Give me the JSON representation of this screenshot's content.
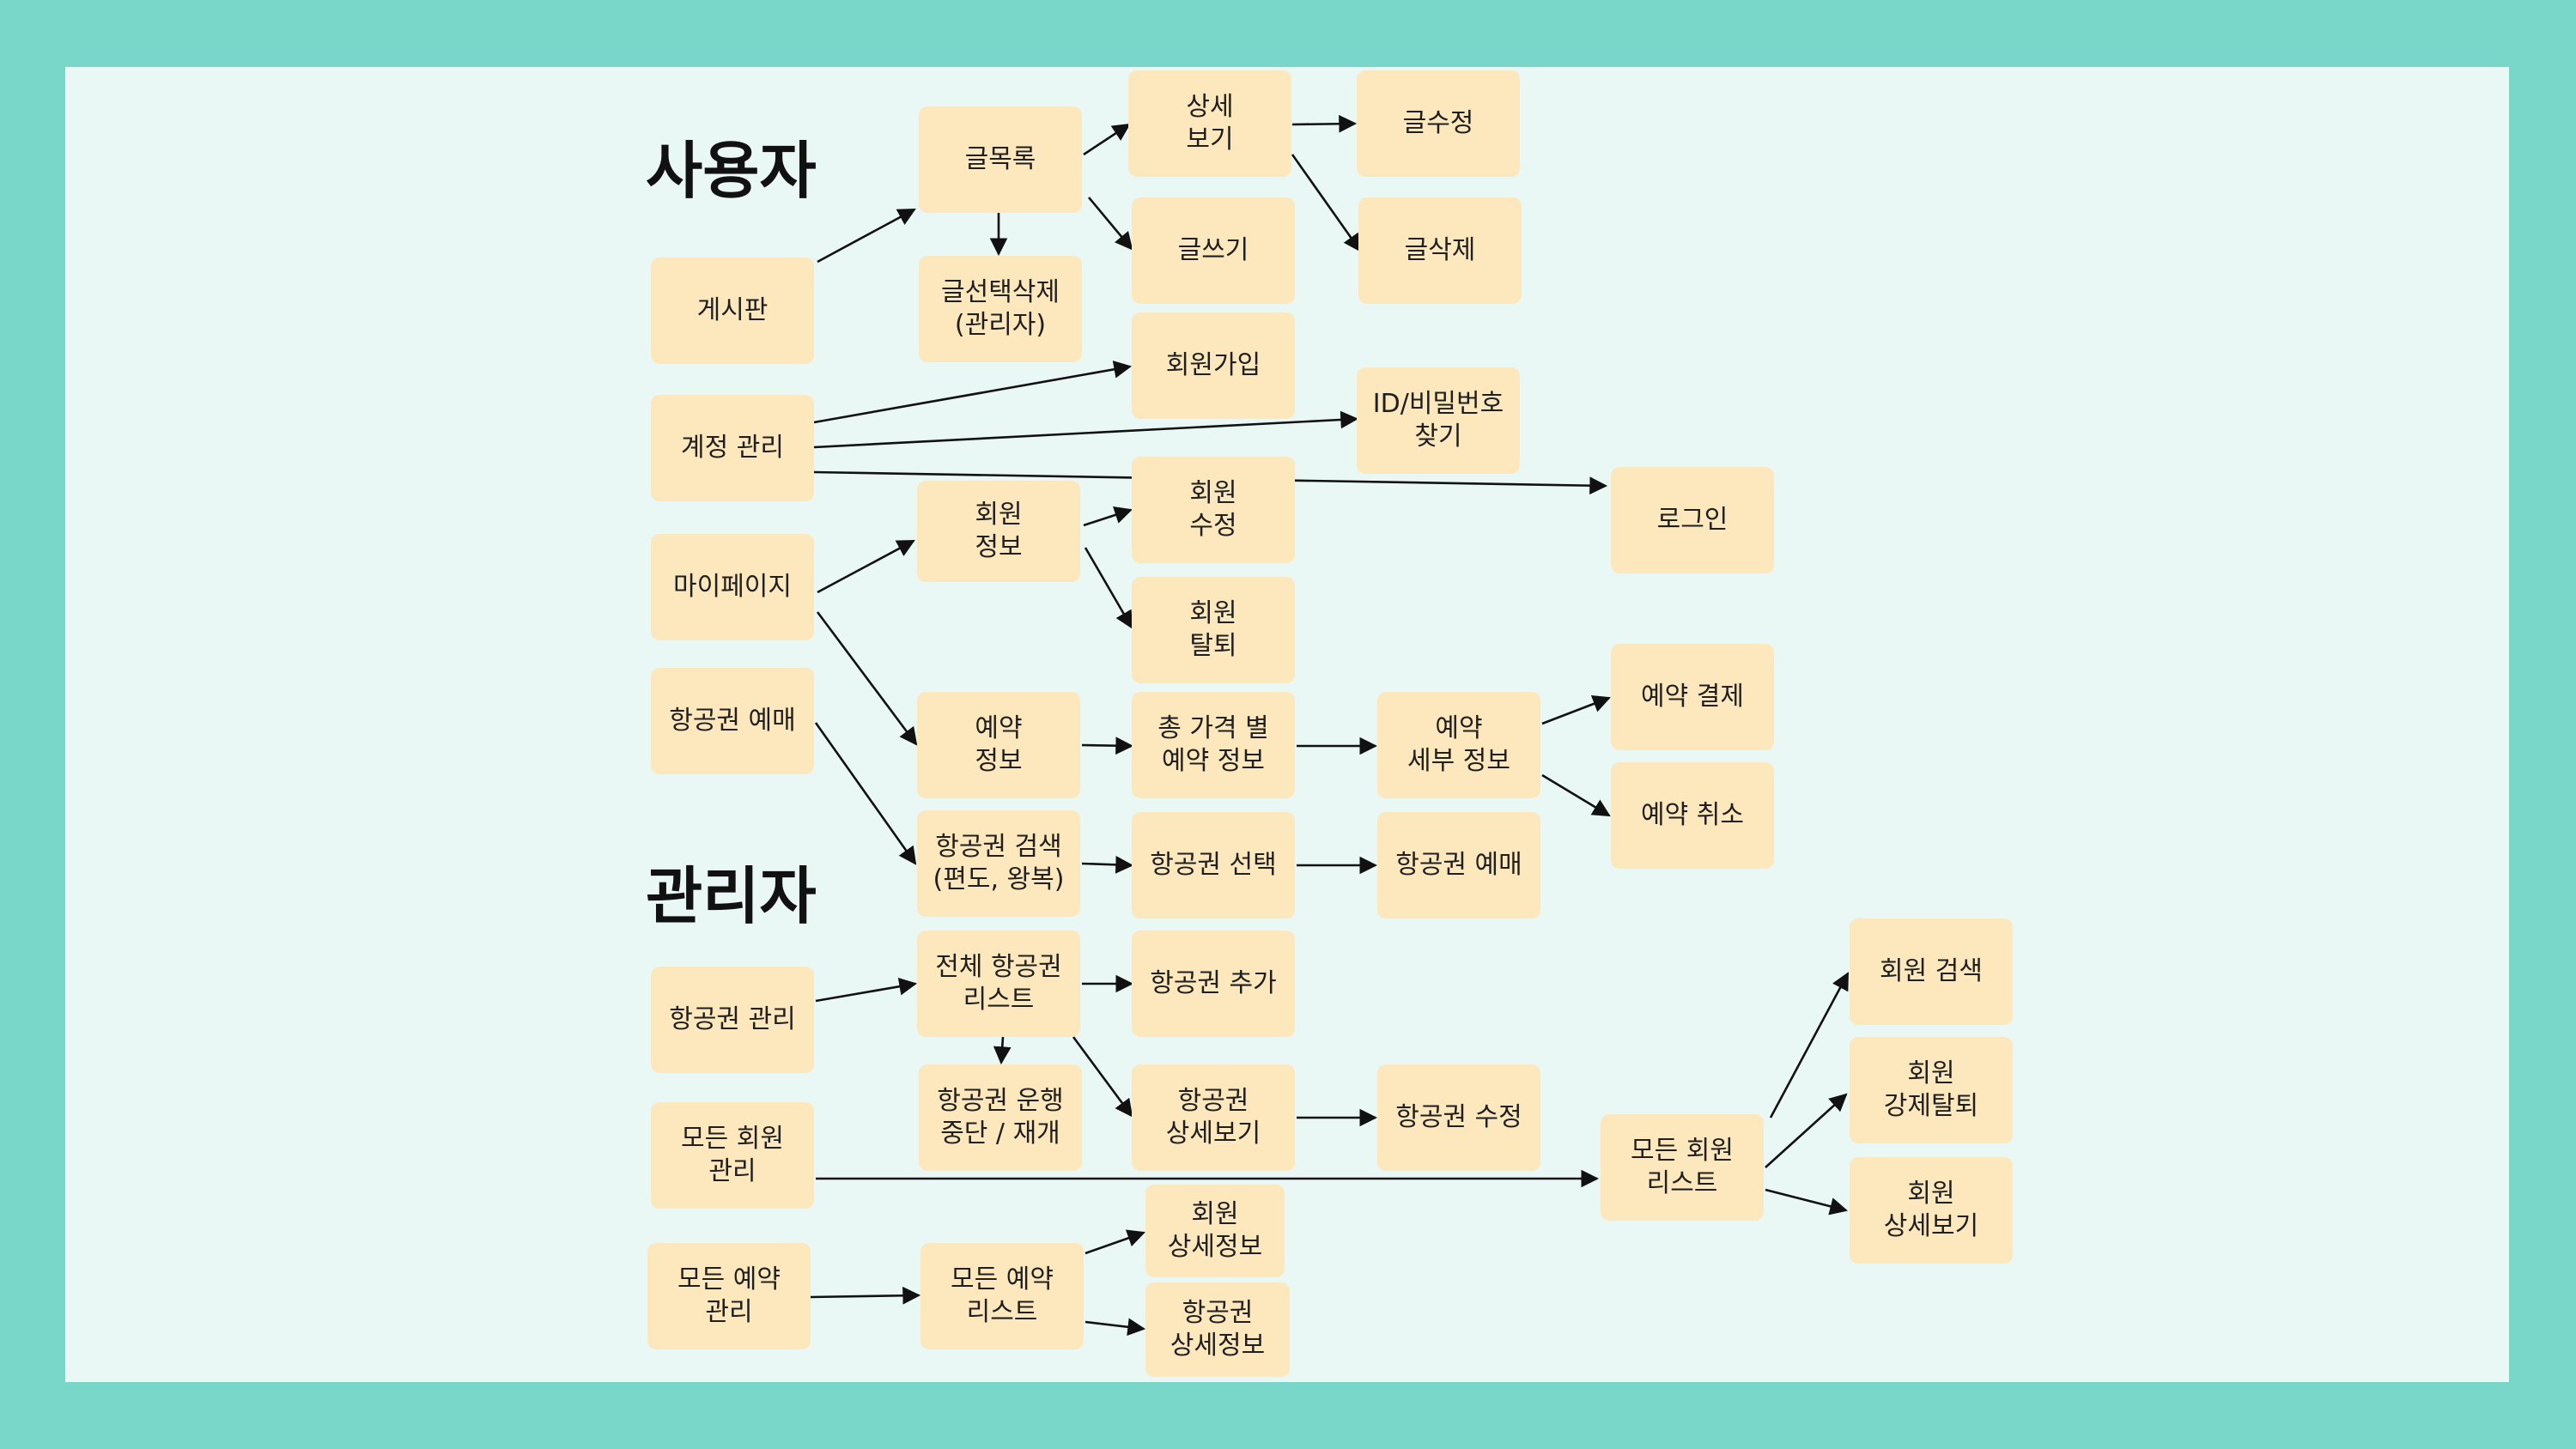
{
  "sections": {
    "user_heading": "사용자",
    "admin_heading": "관리자"
  },
  "colors": {
    "outer_background": "#79d7c9",
    "canvas_background": "#e9f8f5",
    "node_fill": "#fde8bd",
    "edge": "#111111"
  },
  "nodes": {
    "board": "게시판",
    "post_list": "글목록",
    "post_detail": "상세\n보기",
    "post_edit": "글수정",
    "post_write": "글쓰기",
    "post_delete": "글삭제",
    "post_select_delete": "글선택삭제\n(관리자)",
    "account_mgmt": "계정 관리",
    "signup": "회원가입",
    "find_id_pw": "ID/비밀번호\n찾기",
    "login": "로그인",
    "mypage": "마이페이지",
    "member_info": "회원\n정보",
    "member_edit": "회원\n수정",
    "member_withdraw": "회원\n탈퇴",
    "ticket_booking": "항공권 예매",
    "reservation_info": "예약\n정보",
    "total_price_reservation": "총 가격 별\n예약 정보",
    "reservation_detail": "예약\n세부 정보",
    "reservation_payment": "예약 결제",
    "reservation_cancel": "예약 취소",
    "ticket_search": "항공권 검색\n(편도, 왕복)",
    "ticket_select": "항공권 선택",
    "ticket_purchase": "항공권 예매",
    "ticket_mgmt": "항공권 관리",
    "all_ticket_list": "전체 항공권\n리스트",
    "ticket_add": "항공권 추가",
    "ticket_suspend": "항공권 운행\n중단 / 재개",
    "ticket_detail_view": "항공권\n상세보기",
    "ticket_edit": "항공권 수정",
    "all_member_mgmt": "모든 회원\n관리",
    "all_member_list": "모든 회원\n리스트",
    "member_search": "회원 검색",
    "member_force_withdraw": "회원\n강제탈퇴",
    "member_detail_view": "회원\n상세보기",
    "all_reservation_mgmt": "모든 예약\n관리",
    "all_reservation_list": "모든 예약\n리스트",
    "member_detail_info": "회원\n상세정보",
    "ticket_detail_info": "항공권\n상세정보"
  }
}
